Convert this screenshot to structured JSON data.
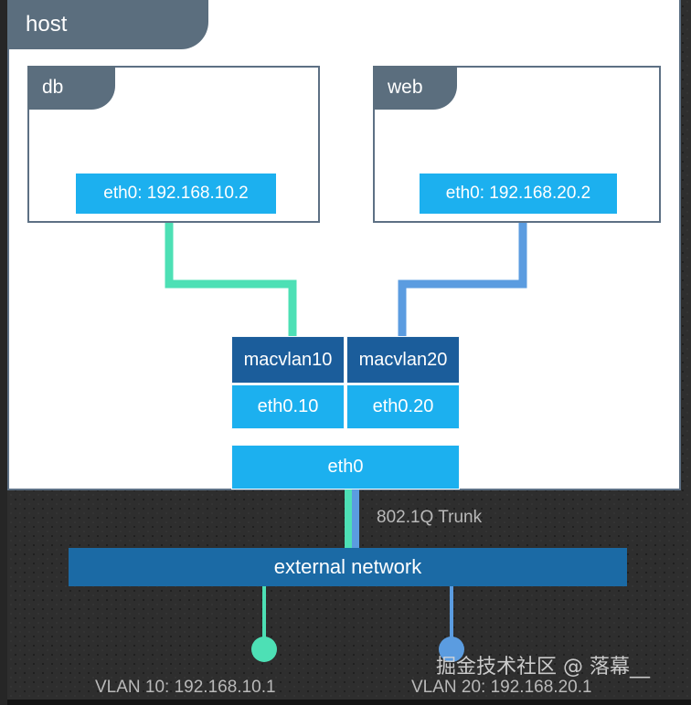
{
  "diagram": {
    "title": "host",
    "host_panel": {
      "label": "host"
    },
    "containers": [
      {
        "name": "db",
        "interface_label": "eth0: 192.168.10.2",
        "accent": "#4de0b5"
      },
      {
        "name": "web",
        "interface_label": "eth0: 192.168.20.2",
        "accent": "#5b9ce0"
      }
    ],
    "macvlan_interfaces": [
      {
        "label": "macvlan10"
      },
      {
        "label": "macvlan20"
      }
    ],
    "vlan_interfaces": [
      {
        "label": "eth0.10"
      },
      {
        "label": "eth0.20"
      }
    ],
    "physical_nic": {
      "label": "eth0"
    },
    "trunk": {
      "label": "802.1Q Trunk"
    },
    "external_network": {
      "label": "external network"
    },
    "vlan_gateways": [
      {
        "label": "VLAN 10: 192.168.10.1",
        "color": "#4de0b5"
      },
      {
        "label": "VLAN 20: 192.168.20.1",
        "color": "#5b9ce0"
      }
    ],
    "watermark": {
      "text": "掘金技术社区 @ 落幕__"
    },
    "colors": {
      "panel_bg": "#ffffff",
      "panel_border": "#5d7084",
      "tab_bg": "#5b6e7e",
      "chip_blue": "#1cb0ef",
      "macvlan_blue": "#1b5d9b",
      "extnet_blue": "#1b6aa5",
      "wire_green": "#4de0b5",
      "wire_blue": "#5b9ce0",
      "backdrop": "#2e2e2e",
      "dark_text": "#b9b9b9"
    }
  }
}
